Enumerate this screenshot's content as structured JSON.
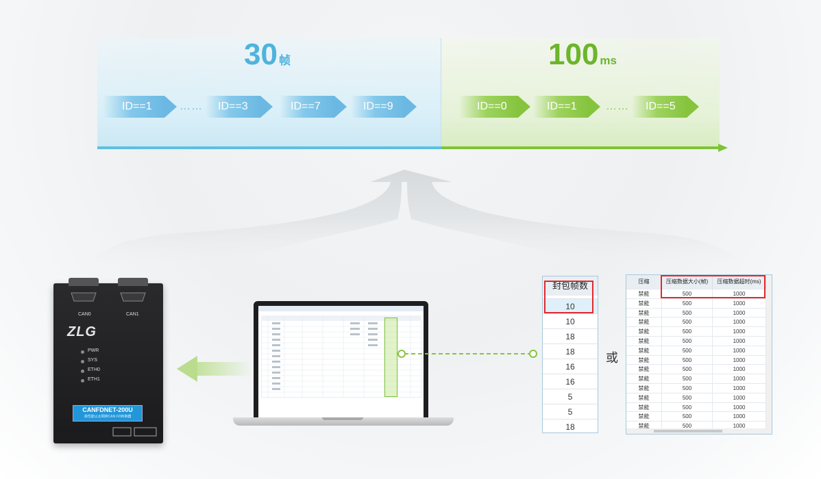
{
  "top": {
    "left_count": "30",
    "left_unit": "帧",
    "right_count": "100",
    "right_unit": "ms",
    "left_ids": [
      "ID==1",
      "ID==3",
      "ID==7",
      "ID==9"
    ],
    "right_ids": [
      "ID==0",
      "ID==1",
      "ID==5"
    ],
    "ellipsis": "……",
    "colors": {
      "blue": "#4fb3dd",
      "green": "#6cb52b"
    }
  },
  "device": {
    "logo": "ZLG",
    "model": "CANFDNET-200U",
    "subtitle": "高性能以太网转CAN FD转换器",
    "can_labels": [
      "CAN0",
      "CAN1"
    ],
    "leds": [
      "PWR",
      "SYS",
      "ETH0",
      "ETH1"
    ]
  },
  "packet_table": {
    "header": "封包帧数",
    "values": [
      "10",
      "10",
      "18",
      "18",
      "16",
      "16",
      "5",
      "5",
      "18"
    ]
  },
  "or_label": "或",
  "compress_table": {
    "headers": [
      "压缩",
      "压缩数据大小(帧)",
      "压缩数据超时(ms)"
    ],
    "rows": [
      [
        "禁能",
        "500",
        "1000"
      ],
      [
        "禁能",
        "500",
        "1000"
      ],
      [
        "禁能",
        "500",
        "1000"
      ],
      [
        "禁能",
        "500",
        "1000"
      ],
      [
        "禁能",
        "500",
        "1000"
      ],
      [
        "禁能",
        "500",
        "1000"
      ],
      [
        "禁能",
        "500",
        "1000"
      ],
      [
        "禁能",
        "500",
        "1000"
      ],
      [
        "禁能",
        "500",
        "1000"
      ],
      [
        "禁能",
        "500",
        "1000"
      ],
      [
        "禁能",
        "500",
        "1000"
      ],
      [
        "禁能",
        "500",
        "1000"
      ],
      [
        "禁能",
        "500",
        "1000"
      ],
      [
        "禁能",
        "500",
        "1000"
      ],
      [
        "禁能",
        "500",
        "1000"
      ]
    ]
  }
}
